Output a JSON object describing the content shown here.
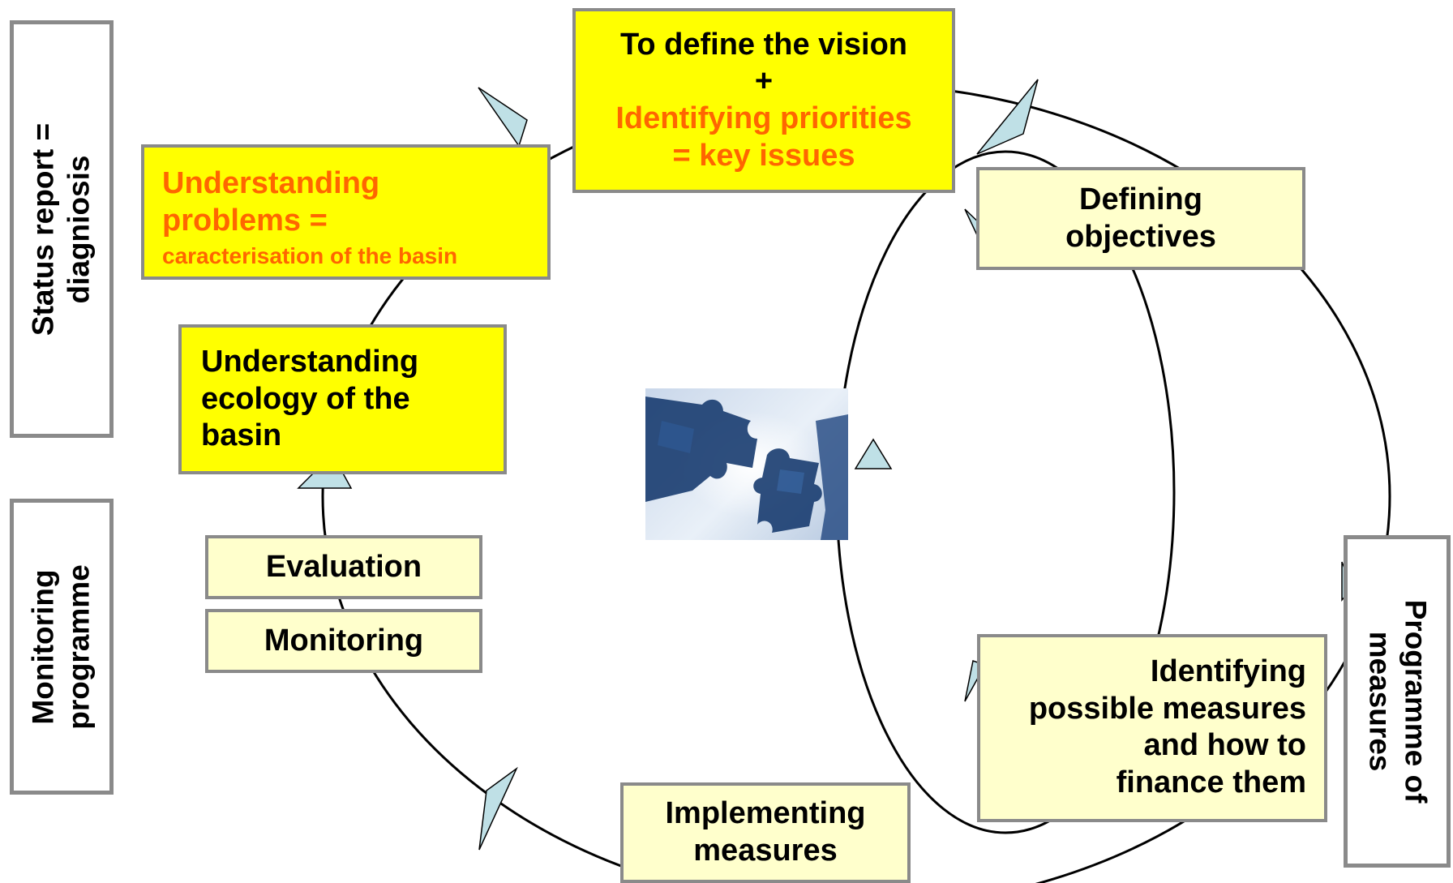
{
  "boxes": {
    "vision": {
      "line1": "To define the vision",
      "line2": "+",
      "line3": "Identifying priorities",
      "line4": "= key issues"
    },
    "problems": {
      "line1": "Understanding",
      "line2": "problems =",
      "line3": "caracterisation of the basin"
    },
    "ecology": {
      "line1": "Understanding",
      "line2": "ecology of the",
      "line3": "basin"
    },
    "objectives": {
      "line1": "Defining",
      "line2": "objectives"
    },
    "measures_identify": {
      "line1": "Identifying",
      "line2": "possible measures",
      "line3": "and how to",
      "line4": "finance them"
    },
    "implementing": {
      "line1": "Implementing",
      "line2": "measures"
    },
    "evaluation": {
      "label": "Evaluation"
    },
    "monitoring": {
      "label": "Monitoring"
    }
  },
  "side_labels": {
    "status": {
      "line1": "Status report =",
      "line2": "diagniosis"
    },
    "monitoring_programme": {
      "line1": "Monitoring",
      "line2": "programme"
    },
    "programme_measures": {
      "line1": "Programme of",
      "line2": "measures"
    }
  },
  "colors": {
    "highlight_yellow": "#ffff00",
    "pale_yellow": "#ffffcc",
    "orange_text": "#ff6600",
    "box_border": "#8a8a8a",
    "arrow_fill": "#bfe0e6"
  },
  "image": {
    "icon": "puzzle-pieces-image"
  }
}
